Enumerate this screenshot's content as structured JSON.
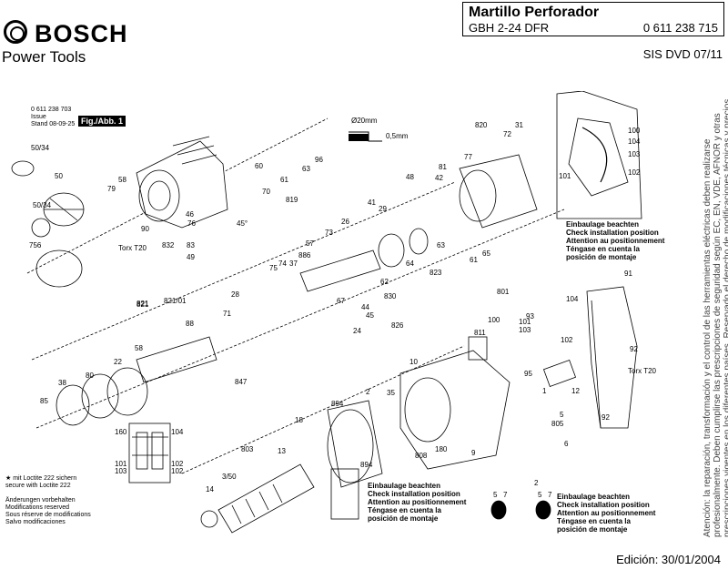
{
  "header": {
    "brand": "BOSCH",
    "tagline": "Power Tools",
    "title": "Martillo Perforador",
    "model": "GBH 2-24 DFR",
    "part_number": "0 611 238 715",
    "doc_ref": "SIS DVD 07/11",
    "edition": "Edición: 30/01/2004"
  },
  "meta": {
    "drawing_no": "0 611 238 703",
    "issue_label": "Issue",
    "stand_label": "Stand",
    "issue_date": "08-09-25",
    "figure": "Fig./Abb. 1"
  },
  "notes": {
    "install": [
      "Einbaulage beachten",
      "Check installation position",
      "Attention au positionnement",
      "Téngase en cuenta la",
      "posición de montaje"
    ],
    "loctite": [
      "★ mit Loctite 222 sichern",
      "secure with Loctite 222"
    ],
    "changes": [
      "Änderungen vorbehalten",
      "Modifications reserved",
      "Sous réserve de modifications",
      "Salvo modificaciones"
    ]
  },
  "disclaimer": "Atención: la reparación, transformación y el control de las herramientas eléctricas deben realizarse profesionalmente. Deben cumplirse las prescripciones de seguridad según EC, EN, VDE, AFNOR y otras prescripciones vigentes en los diferentes países. Reservado el derecho de modificaciones técnicas y precios. Actualización permanente de productos, precios y dibujos de precios.",
  "torx": "Torx T20",
  "dimension": {
    "diameter": "Ø20mm",
    "gap": "0,5mm"
  },
  "part_labels": [
    "50/34",
    "50",
    "50/34",
    "756",
    "79",
    "58",
    "90",
    "76",
    "46",
    "45°",
    "832",
    "83",
    "49",
    "70",
    "60",
    "61",
    "63",
    "96",
    "819",
    "820",
    "31",
    "72",
    "77",
    "81",
    "48",
    "42",
    "29",
    "26",
    "73",
    "41",
    "886",
    "37",
    "75",
    "74",
    "57",
    "62",
    "64",
    "65",
    "63",
    "823",
    "830",
    "61",
    "67",
    "44",
    "45",
    "24",
    "826",
    "821",
    "821/01",
    "28",
    "71",
    "88",
    "58",
    "38",
    "85",
    "80",
    "22",
    "821",
    "847",
    "2",
    "894",
    "18",
    "803",
    "13",
    "3/50",
    "14",
    "894",
    "35",
    "10",
    "808",
    "180",
    "9",
    "801",
    "811",
    "100",
    "93",
    "101",
    "103",
    "104",
    "102",
    "95",
    "1",
    "12",
    "5",
    "805",
    "92",
    "6",
    "91",
    "92",
    "100",
    "104",
    "103",
    "101",
    "102",
    "160",
    "104",
    "101",
    "103",
    "102",
    "102",
    "5",
    "7",
    "5",
    "7",
    "2"
  ]
}
